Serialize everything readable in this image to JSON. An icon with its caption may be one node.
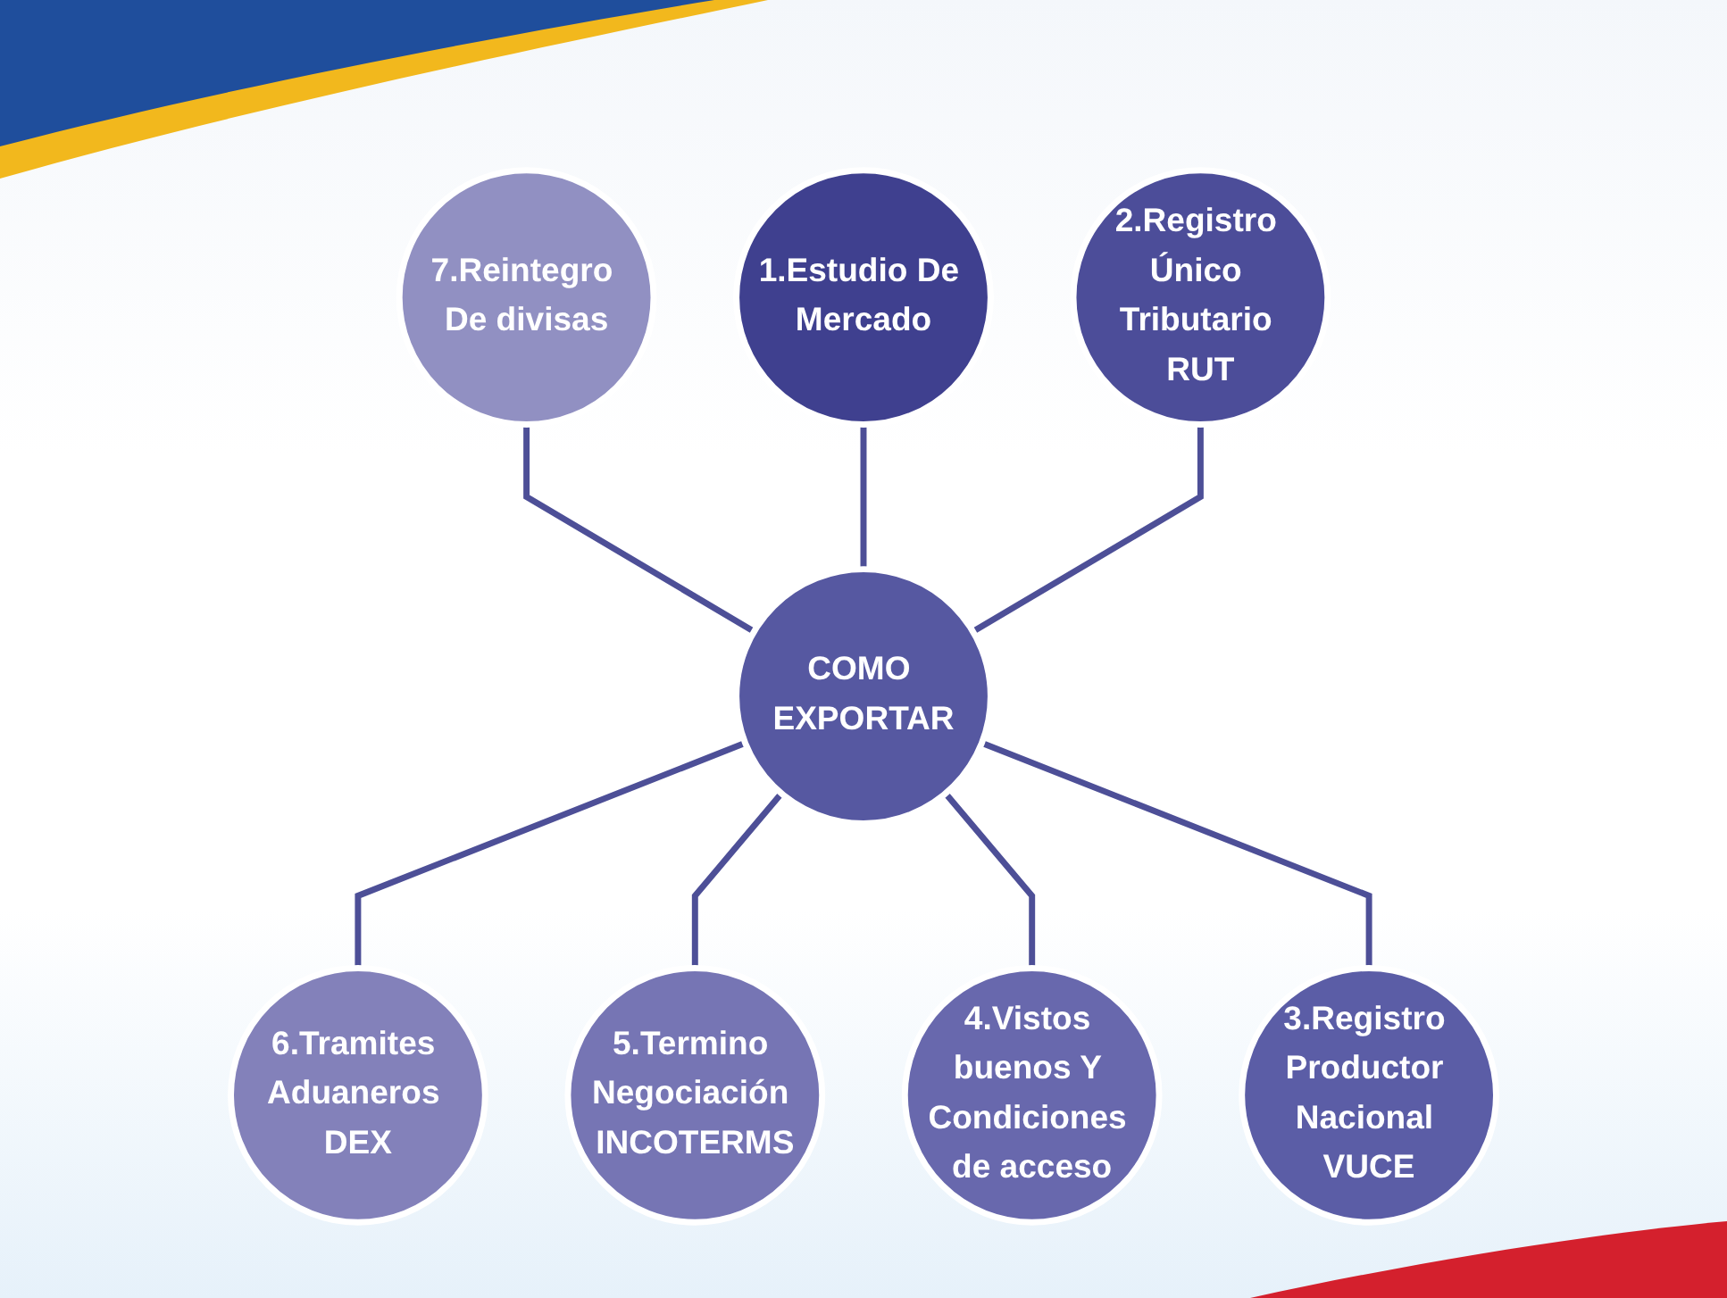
{
  "diagram": {
    "nodes": [
      {
        "text": [
          "COMO EXPORTAR"
        ]
      },
      {
        "text": [
          "1.Estudio De Mercado"
        ]
      },
      {
        "text": [
          "2.Registro Único Tributario RUT"
        ]
      },
      {
        "text": [
          "3.Registro Productor Nacional VUCE"
        ]
      },
      {
        "text": [
          "4.Vistos buenos Y Condiciones de acceso"
        ]
      },
      {
        "text": [
          "5.Termino Negociación INCOTERMS"
        ]
      },
      {
        "text": [
          "6.Tramites Aduaneros DEX"
        ]
      },
      {
        "text": [
          "7.Reintegro De divisas"
        ]
      }
    ],
    "edges": [
      {
        "from": 7,
        "to": 0,
        "arrow": "none"
      },
      {
        "from": 1,
        "to": 0,
        "arrow": "none"
      },
      {
        "from": 2,
        "to": 0,
        "arrow": "none"
      },
      {
        "from": 0,
        "to": 6,
        "arrow": "none"
      },
      {
        "from": 0,
        "to": 5,
        "arrow": "none"
      },
      {
        "from": 0,
        "to": 4,
        "arrow": "none"
      },
      {
        "from": 0,
        "to": 3,
        "arrow": "none"
      }
    ]
  }
}
